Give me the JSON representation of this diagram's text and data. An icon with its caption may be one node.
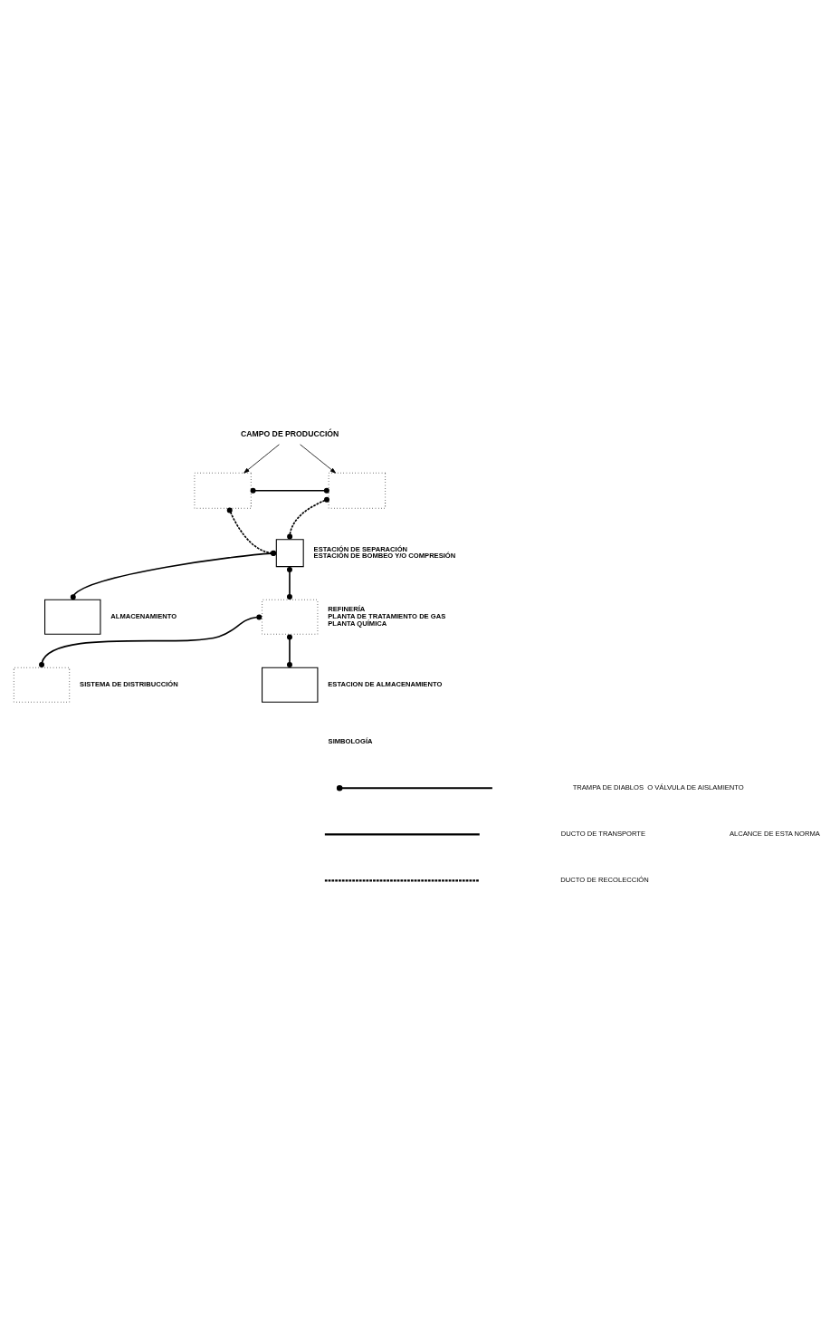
{
  "diagram": {
    "nodes": [
      {
        "text": [
          "CAMPO DE PRODUCCIÓN"
        ]
      },
      {
        "text": [],
        "shape": "box"
      },
      {
        "text": [],
        "shape": "box"
      },
      {
        "text": [],
        "shape": "box",
        "beside": [
          "ESTACIÓN DE SEPARACIÓN",
          "ESTACIÓN DE BOMBEO Y/O COMPRESIÓN"
        ]
      },
      {
        "text": [],
        "shape": "box",
        "beside": [
          "ALMACENAMIENTO"
        ]
      },
      {
        "text": [],
        "shape": "box",
        "beside": [
          "REFINERÍA",
          "PLANTA DE TRATAMIENTO DE GAS",
          "PLANTA QUÍMICA"
        ]
      },
      {
        "text": [],
        "shape": "box",
        "beside": [
          "SISTEMA DE DISTRIBUCCIÓN"
        ]
      },
      {
        "text": [],
        "shape": "box",
        "beside": [
          "ESTACION DE ALMACENAMIENTO"
        ]
      }
    ],
    "edges": [
      {
        "from": 0,
        "to": 1,
        "arrow": "to"
      },
      {
        "from": 0,
        "to": 2,
        "arrow": "to"
      },
      {
        "from": 1,
        "to": 2,
        "arrow": "other"
      },
      {
        "from": 1,
        "to": 3,
        "arrow": "other",
        "style": "dashed"
      },
      {
        "from": 2,
        "to": 3,
        "arrow": "other",
        "style": "dashed"
      },
      {
        "from": 3,
        "to": 4,
        "arrow": "other"
      },
      {
        "from": 3,
        "to": 5,
        "arrow": "other"
      },
      {
        "from": 5,
        "to": 6,
        "arrow": "other"
      },
      {
        "from": 5,
        "to": 7,
        "arrow": "other"
      }
    ],
    "labels": [
      "SIMBOLOGÍA",
      "ALCANCE DE ESTA NORMA"
    ],
    "legend": [
      {
        "text": "TRAMPA DE DIABLOS  O VÁLVULA DE AISLAMIENTO"
      },
      {
        "text": "DUCTO DE TRANSPORTE"
      },
      {
        "text": "DUCTO DE RECOLECCIÓN"
      }
    ]
  }
}
